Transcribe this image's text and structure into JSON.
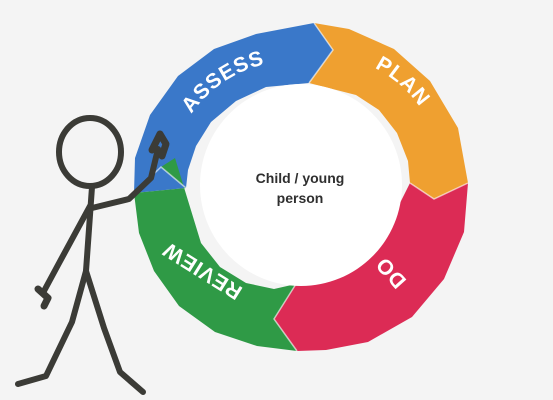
{
  "cycle": {
    "center_line1": "Child / young",
    "center_line2": "person",
    "segments": [
      {
        "label": "ASSESS",
        "color": "#3a78c9"
      },
      {
        "label": "PLAN",
        "color": "#efa030"
      },
      {
        "label": "DO",
        "color": "#dc2b55"
      },
      {
        "label": "REVIEW",
        "color": "#2f9a46"
      }
    ]
  },
  "figure": {
    "name": "stick-figure-icon",
    "color": "#3b3b36"
  }
}
